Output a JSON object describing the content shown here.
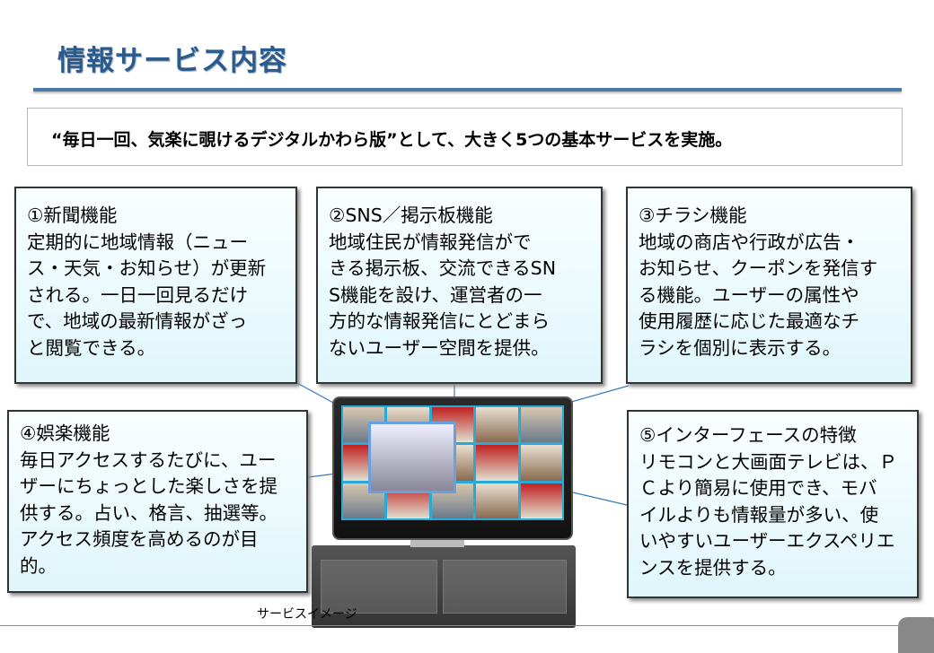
{
  "title": "情報サービス内容",
  "headline": "“毎日一回、気楽に覗けるデジタルかわら版”として、大きく5つの基本サービスを実施。",
  "boxes": [
    {
      "lines": [
        "①新聞機能",
        "定期的に地域情報（ニュー",
        "ス・天気・お知らせ）が更新",
        "される。一日一回見るだけ",
        "で、地域の最新情報がざっ",
        "と閲覧できる。"
      ]
    },
    {
      "lines": [
        "②SNS／掲示板機能",
        "地域住民が情報発信がで",
        "きる掲示板、交流できるSN",
        "S機能を設け、運営者の一",
        "方的な情報発信にとどまら",
        "ないユーザー空間を提供。"
      ]
    },
    {
      "lines": [
        "③チラシ機能",
        "地域の商店や行政が広告・",
        "お知らせ、クーポンを発信す",
        "る機能。ユーザーの属性や",
        "使用履歴に応じた最適なチ",
        "ラシを個別に表示する。"
      ]
    },
    {
      "lines": [
        "④娯楽機能",
        "毎日アクセスするたびに、ユー",
        "ザーにちょっとした楽しさを提",
        "供する。占い、格言、抽選等。",
        "アクセス頻度を高めるのが目",
        "的。"
      ]
    },
    {
      "lines": [
        "⑤インターフェースの特徴",
        "リモコンと大画面テレビは、Ｐ",
        "Ｃより簡易に使用でき、モバ",
        "イルよりも情報量が多い、使",
        "いやすいユーザーエクスペリエ",
        "ンスを提供する。"
      ]
    }
  ],
  "caption": "サービスイメージ"
}
